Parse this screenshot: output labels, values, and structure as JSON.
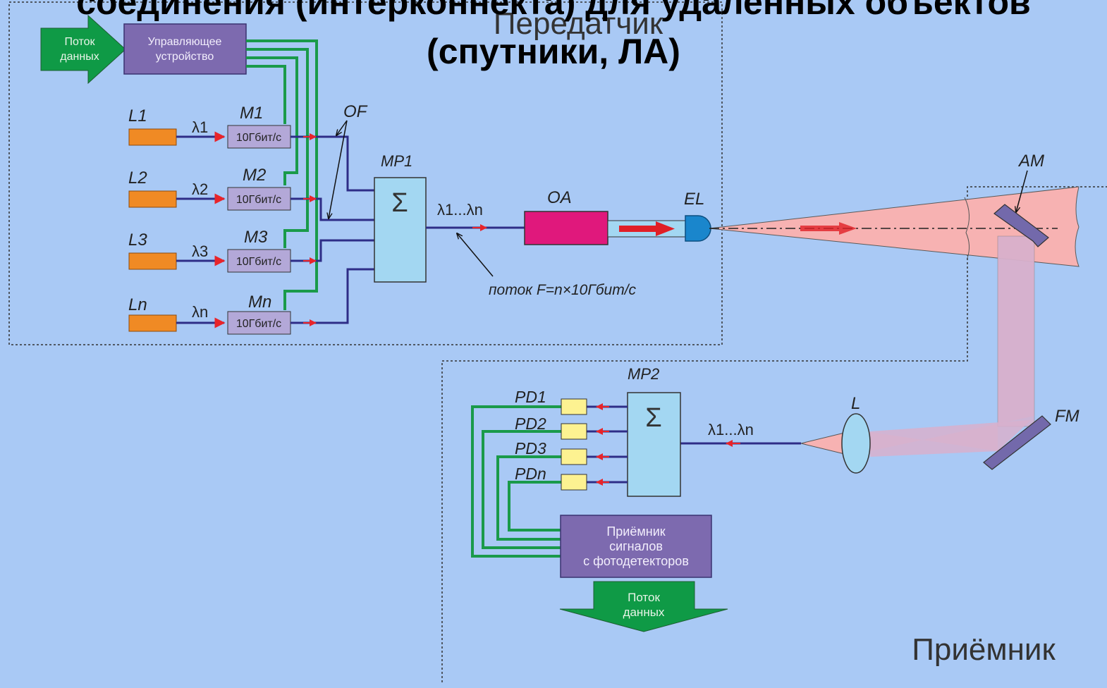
{
  "title": {
    "line1": "соединения (интерконнекта) для удаленных объектов",
    "line2": "(спутники, ЛА)"
  },
  "transmitter": {
    "section_label": "Передатчик",
    "data_stream_label": [
      "Поток",
      "данных"
    ],
    "controller_label": [
      "Управляющее",
      "устройство"
    ],
    "lasers": [
      "L1",
      "L2",
      "L3",
      "Ln"
    ],
    "wavelengths": [
      "λ1",
      "λ2",
      "λ3",
      "λn"
    ],
    "modulators": [
      "M1",
      "M2",
      "M3",
      "Mn"
    ],
    "modulator_rate": "10Гбит/с",
    "fiber_label": "OF",
    "multiplexer_label": "MP1",
    "sum_symbol": "Σ",
    "band_label": "λ1...λn",
    "amplifier_label": "OA",
    "emitter_label": "EL",
    "flow_formula": "поток F=n×10Гбит/с"
  },
  "optics": {
    "adaptive_mirror_label": "AM",
    "fold_mirror_label": "FM",
    "lens_label": "L"
  },
  "receiver": {
    "section_label": "Приёмник",
    "demultiplexer_label": "MP2",
    "sum_symbol": "Σ",
    "band_label": "λ1...λn",
    "photodetectors": [
      "PD1",
      "PD2",
      "PD3",
      "PDn"
    ],
    "signal_receiver_label": [
      "Приёмник",
      "сигналов",
      "с фотодетекторов"
    ],
    "output_stream_label": [
      "Поток",
      "данных"
    ]
  },
  "colors": {
    "background": "#a9c9f5",
    "laser": "#f08a24",
    "modulator": "#b3a8d8",
    "controller": "#7d6aaf",
    "data_arrow": "#0f9a46",
    "control_line": "#1a9a4a",
    "signal_line": "#2e2d87",
    "arrow_head": "#e8242a",
    "multiplexer": "#a3d7f2",
    "amplifier": "#e0187c",
    "emitter": "#1a86cc",
    "beam": "#f7b2b2",
    "photodetector": "#fdf291",
    "mirror": "#7369ab"
  }
}
